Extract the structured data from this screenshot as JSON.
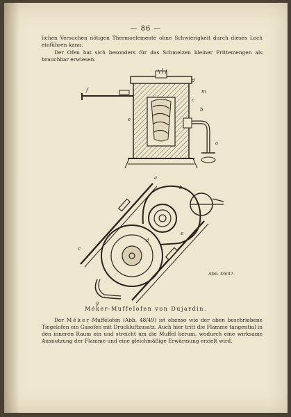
{
  "page": {
    "number": "— 86 —",
    "paragraphs": [
      "lichen Versuchen nötigen Thermoelemente ohne Schwierigkeit durch dieses Loch einführen kann.",
      "Der Ofen hat sich besonders für das Schmelzen kleiner Frittemengen als brauchbar erwiesen."
    ],
    "figure_top_labels": {
      "f": "f",
      "e": "e",
      "d": "d",
      "c": "c",
      "m": "m",
      "b": "b",
      "a": "a"
    },
    "figure_bottom_labels": {
      "a": "a",
      "b": "b",
      "c": "c",
      "d": "d",
      "e": "e",
      "g": "g"
    },
    "figure_caption": "Abb. 46/47.",
    "section_title": "Méker-Muffelofen von Dujardin.",
    "body_parts": {
      "lead": "Der",
      "name": "Méker",
      "rest": "-Muffelofen (Abb. 48/49) ist ebenso wie der oben beschriebene Tiegelofen ein Gasofen mit Druckluftzusatz. Auch hier tritt die Flamme tangential in den inneren Raum ein und streicht um die Muffel herum, wodurch eine wirksame Ausnutzung der Flamme und eine gleichmäßige Erwärmung erzielt wird."
    }
  }
}
